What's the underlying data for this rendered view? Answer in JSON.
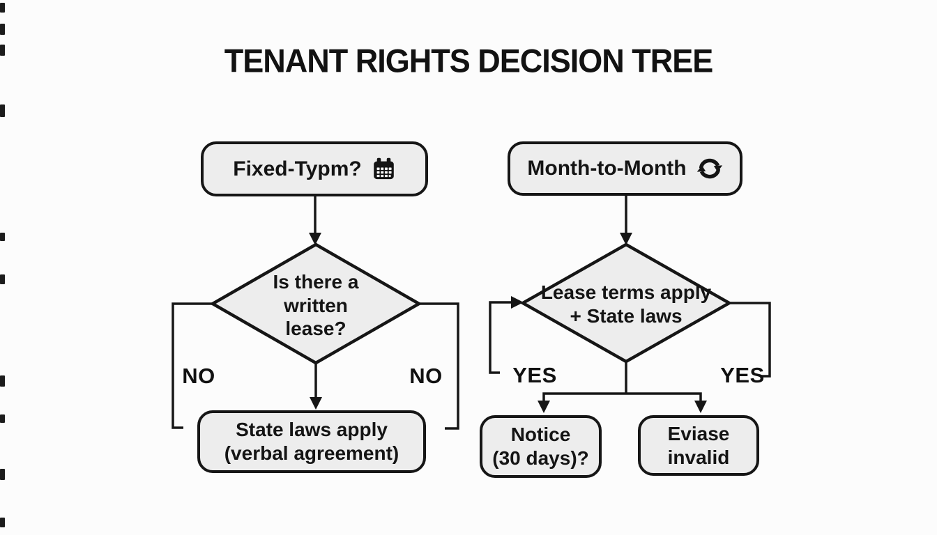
{
  "title": "TENANT RIGHTS DECISION TREE",
  "left_branch": {
    "root_label": "Fixed-Typm?",
    "root_icon": "calendar-icon",
    "decision_lines": [
      "Is there a",
      "written",
      "lease?"
    ],
    "edge_left": "NO",
    "edge_right": "NO",
    "outcome_lines": [
      "State laws apply",
      "(verbal agreement)"
    ]
  },
  "right_branch": {
    "root_label": "Month-to-Month",
    "root_icon": "sync-icon",
    "decision_lines": [
      "Lease terms apply",
      "+ State laws"
    ],
    "edge_left": "YES",
    "edge_right": "YES",
    "outcome_left_lines": [
      "Notice",
      "(30 days)?"
    ],
    "outcome_right_lines": [
      "Eviase",
      "invalid"
    ]
  },
  "colors": {
    "background": "#fcfcfc",
    "node_fill": "#ededed",
    "stroke": "#161616",
    "text": "#141414"
  }
}
